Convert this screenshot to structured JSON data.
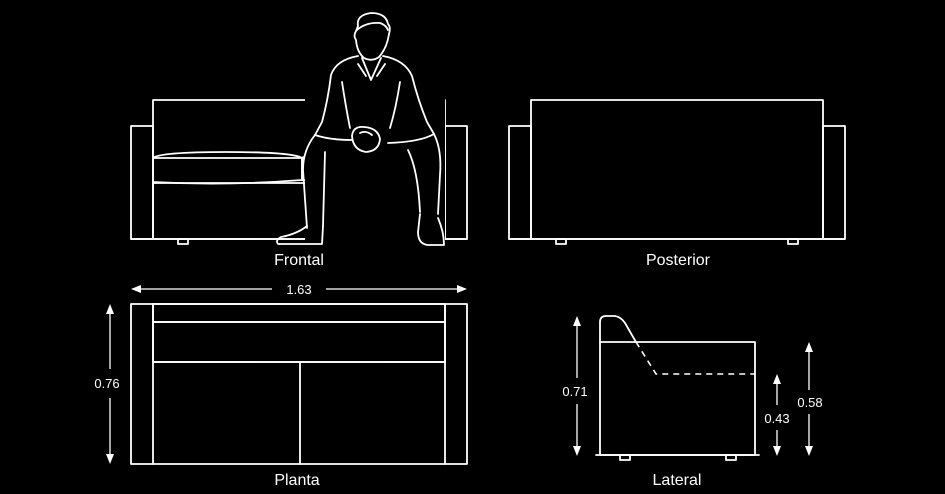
{
  "views": {
    "frontal": "Frontal",
    "posterior": "Posterior",
    "planta": "Planta",
    "lateral": "Lateral"
  },
  "dimensions": {
    "plan_width": "1.63",
    "plan_depth": "0.76",
    "lateral_height": "0.71",
    "seat_height": "0.43",
    "arm_height": "0.58"
  }
}
